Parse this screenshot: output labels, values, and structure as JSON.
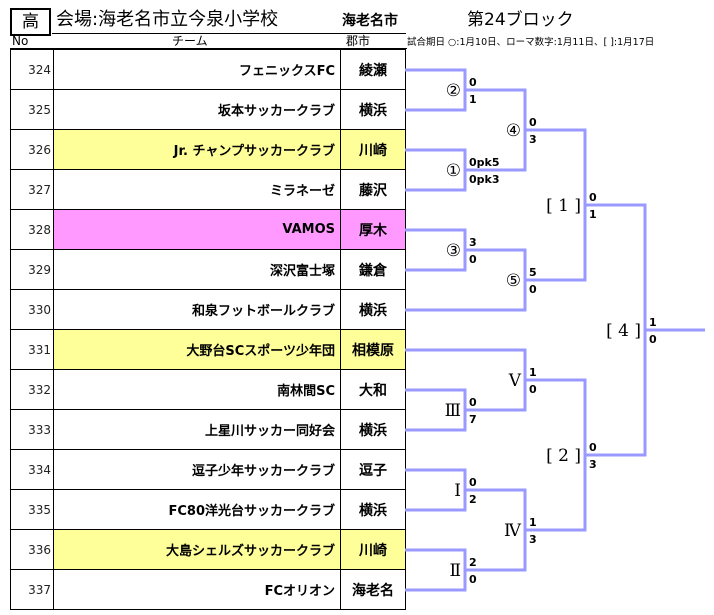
{
  "header": {
    "grade": "高",
    "venue": "会場:海老名市立今泉小学校",
    "city": "海老名市",
    "block": "第24ブロック"
  },
  "columns": {
    "no": "No",
    "team": "チーム",
    "city": "郡市"
  },
  "match_dates_note": "試合期日 ○:1月10日、ローマ数字:1月11日、[ ]:1月17日",
  "colors": {
    "highlight_yellow": "#ffff99",
    "highlight_pink": "#ff99ff",
    "bracket_line": "#9999ff"
  },
  "teams": [
    {
      "no": "324",
      "name": "フェニックスFC",
      "city": "綾瀬",
      "highlight": ""
    },
    {
      "no": "325",
      "name": "坂本サッカークラブ",
      "city": "横浜",
      "highlight": ""
    },
    {
      "no": "326",
      "name": "Jr. チャンプサッカークラブ",
      "city": "川崎",
      "highlight": "yellow"
    },
    {
      "no": "327",
      "name": "ミラネーゼ",
      "city": "藤沢",
      "highlight": ""
    },
    {
      "no": "328",
      "name": "VAMOS",
      "city": "厚木",
      "highlight": "pink"
    },
    {
      "no": "329",
      "name": "深沢富士塚",
      "city": "鎌倉",
      "highlight": ""
    },
    {
      "no": "330",
      "name": "和泉フットボールクラブ",
      "city": "横浜",
      "highlight": ""
    },
    {
      "no": "331",
      "name": "大野台SCスポーツ少年団",
      "city": "相模原",
      "highlight": "yellow"
    },
    {
      "no": "332",
      "name": "南林間SC",
      "city": "大和",
      "highlight": ""
    },
    {
      "no": "333",
      "name": "上星川サッカー同好会",
      "city": "横浜",
      "highlight": ""
    },
    {
      "no": "334",
      "name": "逗子少年サッカークラブ",
      "city": "逗子",
      "highlight": ""
    },
    {
      "no": "335",
      "name": "FC80洋光台サッカークラブ",
      "city": "横浜",
      "highlight": ""
    },
    {
      "no": "336",
      "name": "大島シェルズサッカークラブ",
      "city": "川崎",
      "highlight": "yellow"
    },
    {
      "no": "337",
      "name": "FCオリオン",
      "city": "海老名",
      "highlight": ""
    }
  ],
  "matches": [
    {
      "id": "m2",
      "label": "②",
      "score_top": "0",
      "score_bottom": "1"
    },
    {
      "id": "m1",
      "label": "①",
      "score_top": "0pk5",
      "score_bottom": "0pk3"
    },
    {
      "id": "m4",
      "label": "④",
      "score_top": "0",
      "score_bottom": "3"
    },
    {
      "id": "m3",
      "label": "③",
      "score_top": "3",
      "score_bottom": "0"
    },
    {
      "id": "m5",
      "label": "⑤",
      "score_top": "5",
      "score_bottom": "0"
    },
    {
      "id": "b1",
      "label": "[ 1 ]",
      "score_top": "0",
      "score_bottom": "1"
    },
    {
      "id": "r3",
      "label": "Ⅲ",
      "score_top": "0",
      "score_bottom": "7"
    },
    {
      "id": "r5",
      "label": "Ⅴ",
      "score_top": "1",
      "score_bottom": "0"
    },
    {
      "id": "r1",
      "label": "Ⅰ",
      "score_top": "0",
      "score_bottom": "2"
    },
    {
      "id": "r2",
      "label": "Ⅱ",
      "score_top": "2",
      "score_bottom": "0"
    },
    {
      "id": "r4",
      "label": "Ⅳ",
      "score_top": "1",
      "score_bottom": "3"
    },
    {
      "id": "b2",
      "label": "[ 2 ]",
      "score_top": "0",
      "score_bottom": "3"
    },
    {
      "id": "b4",
      "label": "[ 4 ]",
      "score_top": "1",
      "score_bottom": "0"
    }
  ]
}
